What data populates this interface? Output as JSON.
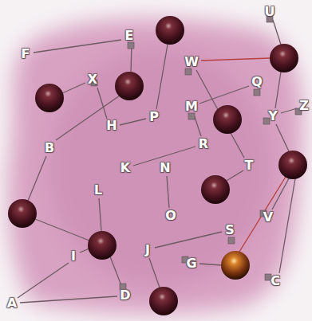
{
  "diagram": {
    "labels": [
      "U",
      "E",
      "F",
      "W",
      "X",
      "Q",
      "Z",
      "M",
      "Y",
      "P",
      "H",
      "R",
      "B",
      "T",
      "K",
      "N",
      "L",
      "V",
      "O",
      "S",
      "J",
      "I",
      "G",
      "C",
      "D",
      "A"
    ]
  }
}
